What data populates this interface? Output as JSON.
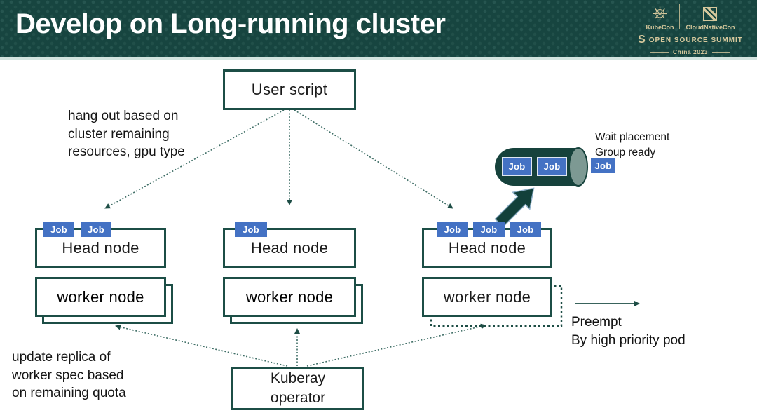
{
  "header": {
    "title": "Develop on Long-running cluster",
    "logos": {
      "kubecon_icon_glyph": "⎈",
      "kubecon_label": "KubeCon",
      "cloudnativecon_label": "CloudNativeCon",
      "summit_icon_glyph": "S",
      "summit_label": "OPEN SOURCE SUMMIT",
      "event_label": "China 2023"
    }
  },
  "diagram": {
    "user_script_label": "User script",
    "head_node_label": "Head node",
    "worker_node_label": "worker node",
    "kuberay_operator_label": "Kuberay\noperator",
    "notes": {
      "hang_out": "hang out based on\ncluster remaining\nresources, gpu type",
      "update_replica": "update replica of\nworker spec based\non remaining quota",
      "wait_placement": "Wait placement\nGroup ready",
      "preempt": "Preempt\nBy high priority pod"
    },
    "clusters": [
      {
        "jobs": [
          "Job",
          "Job"
        ]
      },
      {
        "jobs": [
          "Job"
        ]
      },
      {
        "jobs": [
          "Job",
          "Job",
          "Job"
        ]
      }
    ],
    "placement_group": {
      "jobs": [
        "Job",
        "Job"
      ],
      "waiting_job": "Job"
    }
  },
  "colors": {
    "header_bg": "#174540",
    "accent_teal": "#1c4e46",
    "job_blue": "#4472c4",
    "logo_tan": "#d6c89c",
    "dotted_line": "#3f6e66"
  }
}
